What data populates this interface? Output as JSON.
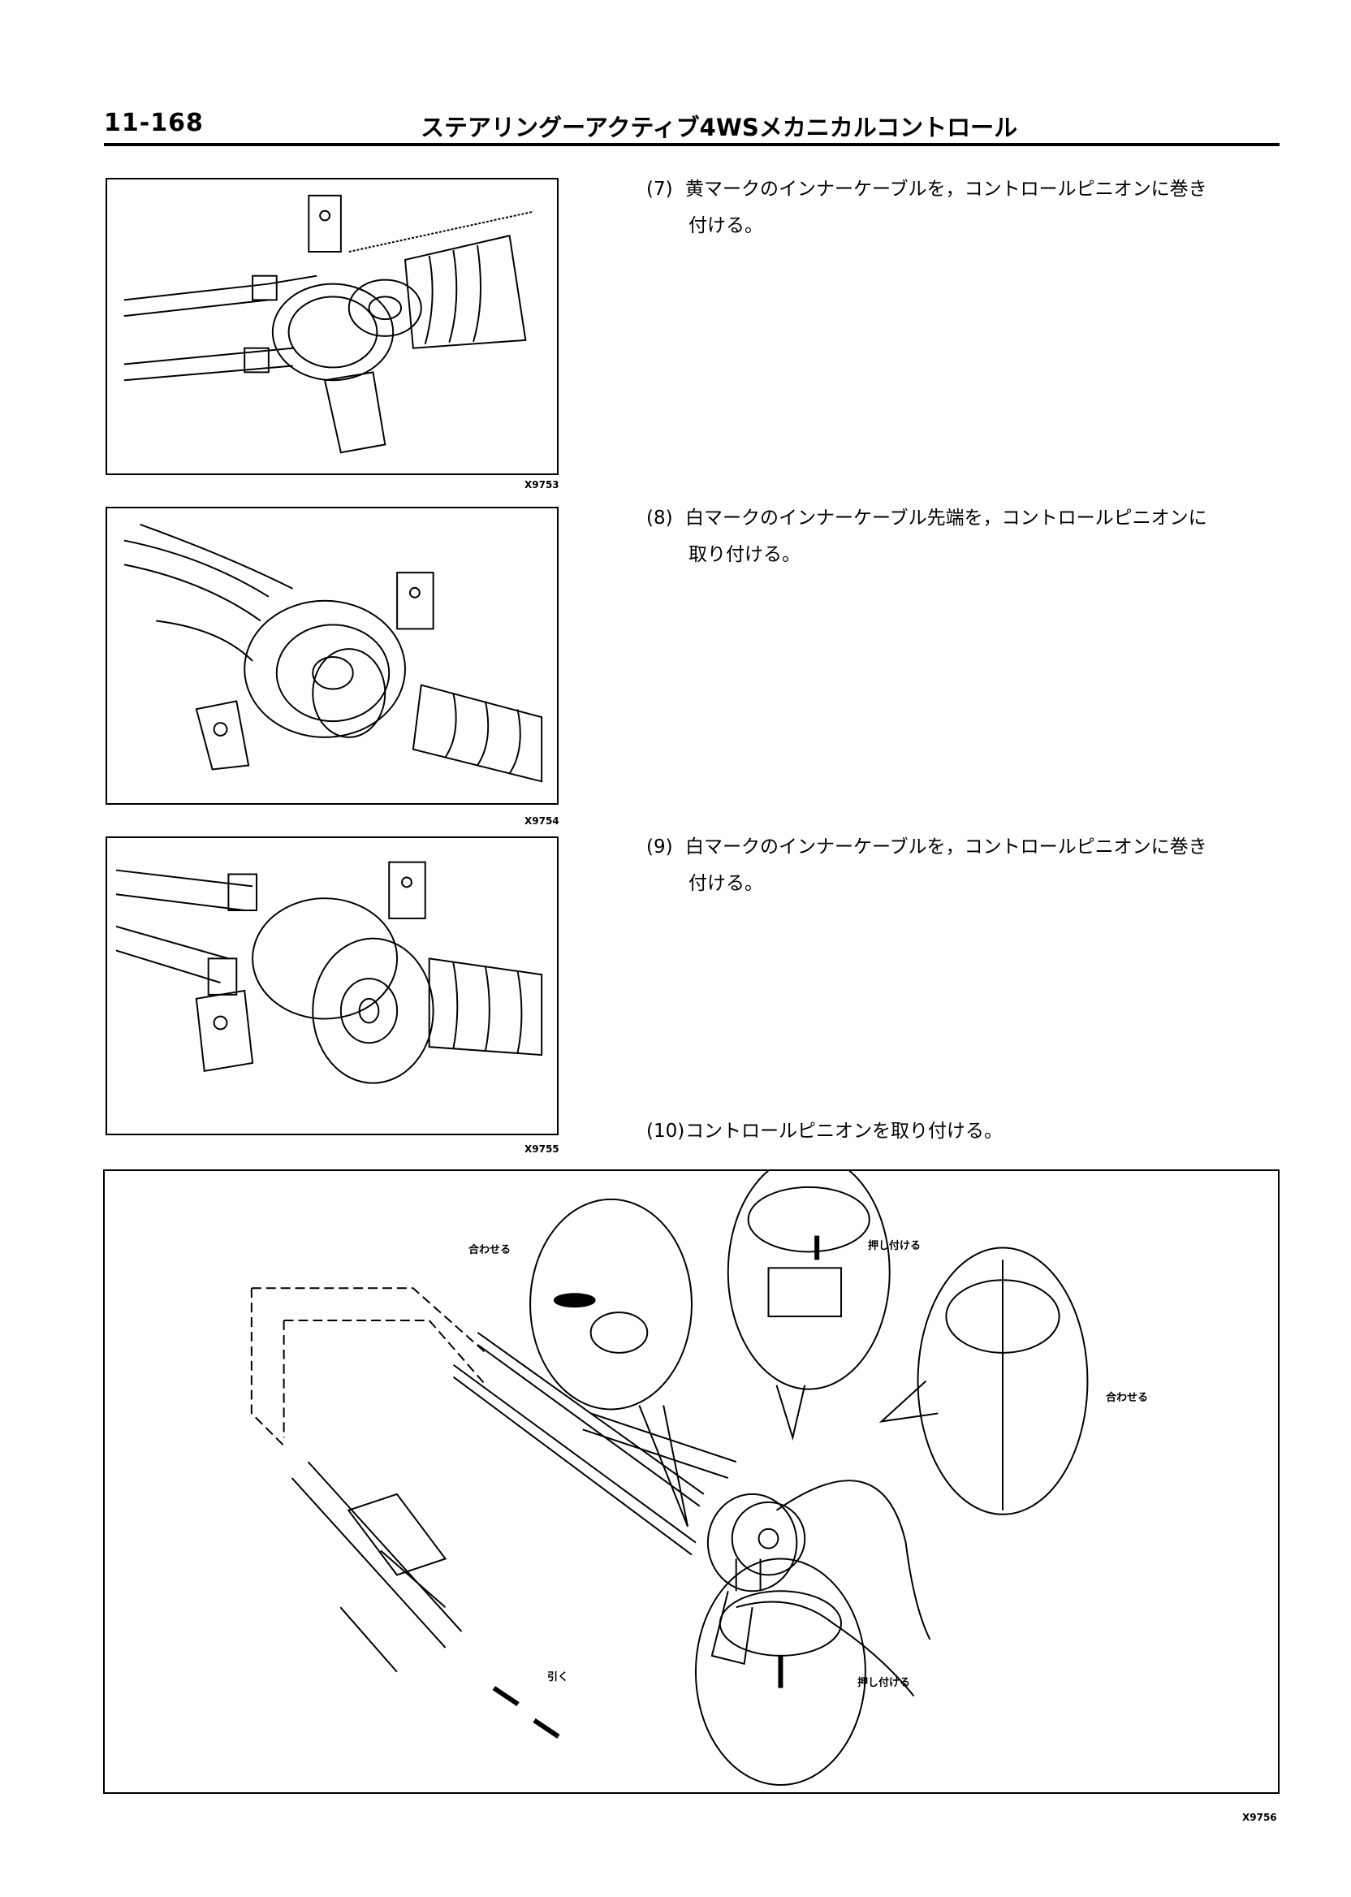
{
  "header": {
    "page_number": "11-168",
    "title": "ステアリングーアクティブ4WSメカニカルコントロール"
  },
  "steps": [
    {
      "num": "(7)",
      "line1": "黄マークのインナーケーブルを，コントロールピニオンに巻き",
      "line2": "付ける。"
    },
    {
      "num": "(8)",
      "line1": "白マークのインナーケーブル先端を，コントロールピニオンに",
      "line2": "取り付ける。"
    },
    {
      "num": "(9)",
      "line1": "白マークのインナーケーブルを，コントロールピニオンに巻き",
      "line2": "付ける。"
    },
    {
      "num": "(10)",
      "line1": "コントロールピニオンを取り付ける。"
    }
  ],
  "figures": [
    {
      "code": "X9753"
    },
    {
      "code": "X9754"
    },
    {
      "code": "X9755"
    },
    {
      "code": "X9756",
      "callouts": [
        "合わせる",
        "押し付ける",
        "合わせる",
        "押し付ける",
        "引く"
      ]
    }
  ]
}
